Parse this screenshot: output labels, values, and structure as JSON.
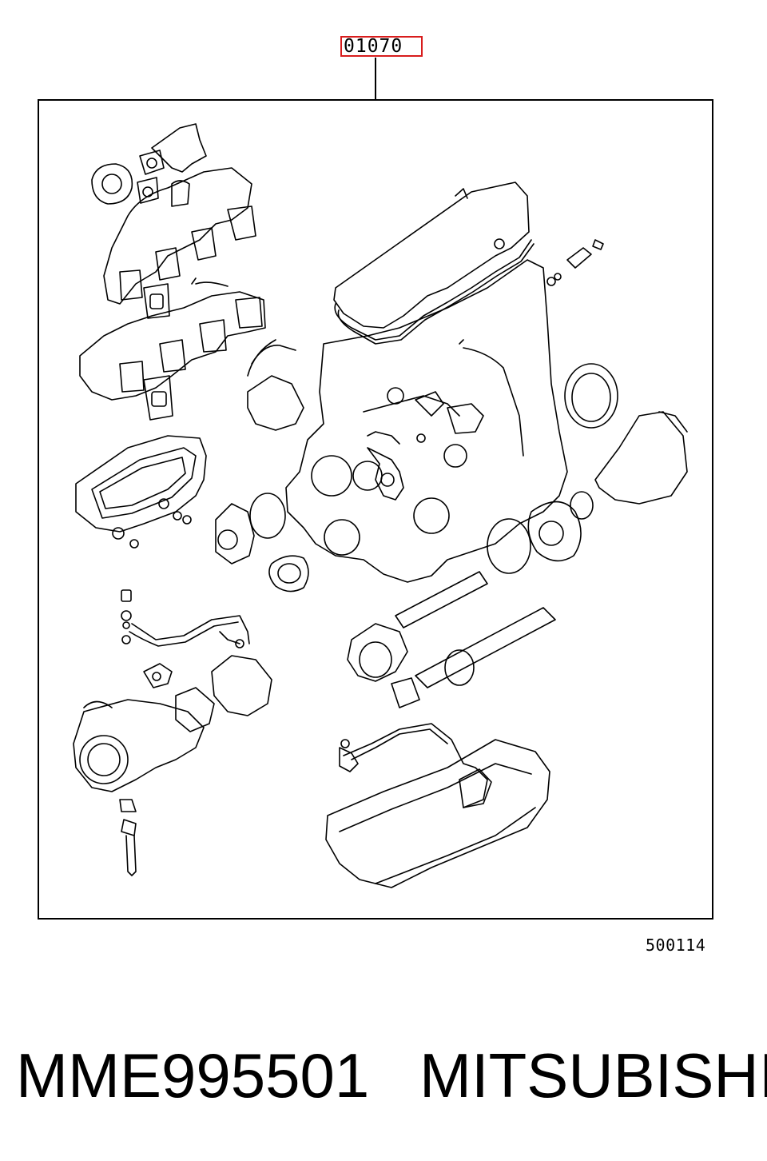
{
  "diagram": {
    "callout_label": "01070",
    "reference_code": "500114"
  },
  "caption": {
    "part_number": "MME995501",
    "brand": "MITSUBISHI"
  },
  "colors": {
    "callout_border": "#d81c1c",
    "line_art": "#000000",
    "background": "#ffffff"
  }
}
